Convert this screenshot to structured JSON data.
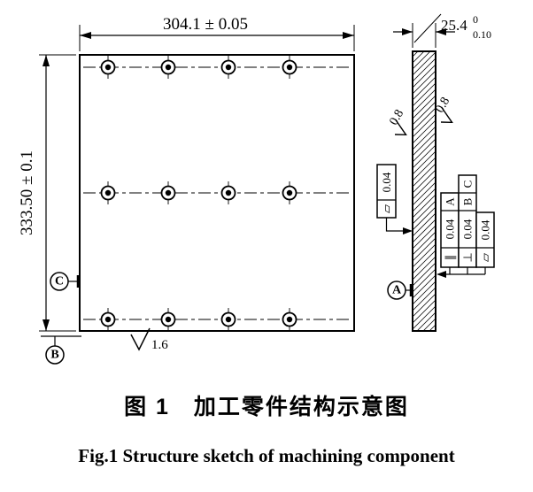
{
  "front_view": {
    "width_dim": "304.1 ± 0.05",
    "height_dim": "333.50 ± 0.1",
    "datum_b": "B",
    "datum_c": "C",
    "surface_roughness": "1.6"
  },
  "side_view": {
    "thickness": {
      "value": "25.4",
      "tol_upper": "0",
      "tol_lower": "0.10"
    },
    "roughness_left": "0.8",
    "roughness_right": "0.8",
    "datum_a": "A",
    "tol_flatness_left": {
      "symbol": "▱",
      "value": "0.04"
    },
    "tol_parallel": {
      "symbol": "∥",
      "value": "0.04",
      "datum": "A"
    },
    "tol_perpendicular": {
      "symbol": "⊥",
      "value": "0.04",
      "datum_primary": "B",
      "datum_secondary": "C"
    },
    "tol_flatness_right": {
      "symbol": "▱",
      "value": "0.04"
    }
  },
  "captions": {
    "figure_zh": "图 1　加工零件结构示意图",
    "figure_en": "Fig.1 Structure sketch of machining component"
  }
}
